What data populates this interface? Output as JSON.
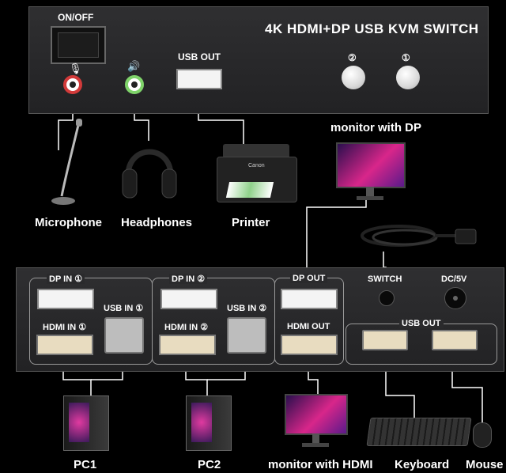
{
  "top_panel": {
    "title": "4K HDMI+DP USB KVM SWITCH",
    "power_label": "ON/OFF",
    "usb_out_label": "USB OUT",
    "button_2_label": "②",
    "button_1_label": "①"
  },
  "devices_top": {
    "microphone": "Microphone",
    "headphones": "Headphones",
    "printer": "Printer",
    "monitor_dp": "monitor with DP",
    "printer_brand": "Canon"
  },
  "bottom_panel": {
    "dp_in_1": "DP IN ①",
    "usb_in_1": "USB IN ①",
    "hdmi_in_1": "HDMI IN ①",
    "dp_in_2": "DP IN ②",
    "usb_in_2": "USB IN ②",
    "hdmi_in_2": "HDMI IN ②",
    "dp_out": "DP OUT",
    "hdmi_out": "HDMI OUT",
    "switch": "SWITCH",
    "dc": "DC/5V",
    "usb_out": "USB OUT"
  },
  "devices_bottom": {
    "pc1": "PC1",
    "pc2": "PC2",
    "monitor_hdmi": "monitor with HDMI",
    "keyboard": "Keyboard",
    "mouse": "Mouse"
  },
  "colors": {
    "panel": "#2b2b2d",
    "mic_ring": "#d23a3a",
    "headphone_ring": "#7fd36a",
    "hdmi_port": "#e8dcc0"
  }
}
